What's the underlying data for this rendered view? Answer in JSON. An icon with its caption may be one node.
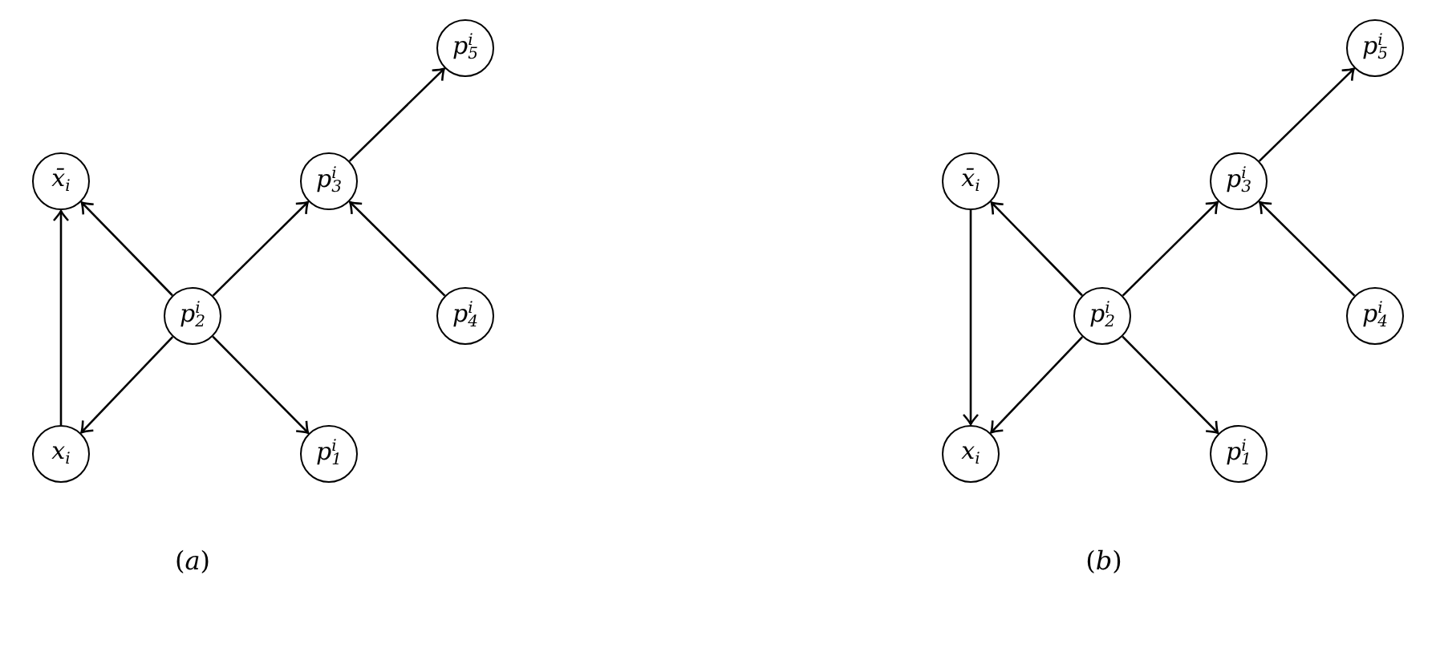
{
  "diagram": {
    "nodes": [
      {
        "text": [
          "*p*$^{i}$$_{5}$"
        ]
      },
      {
        "text": [
          "*x̄*$_{i}$"
        ]
      },
      {
        "text": [
          "*p*$^{i}$$_{3}$"
        ]
      },
      {
        "text": [
          "*p*$^{i}$$_{2}$"
        ]
      },
      {
        "text": [
          "*p*$^{i}$$_{4}$"
        ]
      },
      {
        "text": [
          "*x*$_{i}$"
        ]
      },
      {
        "text": [
          "*p*$^{i}$$_{1}$"
        ]
      },
      {
        "text": [
          "*p*$^{i}$$_{5}$"
        ]
      },
      {
        "text": [
          "*x̄*$_{i}$"
        ]
      },
      {
        "text": [
          "*p*$^{i}$$_{3}$"
        ]
      },
      {
        "text": [
          "*p*$^{i}$$_{2}$"
        ]
      },
      {
        "text": [
          "*p*$^{i}$$_{4}$"
        ]
      },
      {
        "text": [
          "*x*$_{i}$"
        ]
      },
      {
        "text": [
          "*p*$^{i}$$_{1}$"
        ]
      }
    ],
    "edges": [
      {
        "from": 5,
        "to": 1,
        "arrow": "to"
      },
      {
        "from": 3,
        "to": 1,
        "arrow": "to"
      },
      {
        "from": 3,
        "to": 5,
        "arrow": "to"
      },
      {
        "from": 3,
        "to": 2,
        "arrow": "to"
      },
      {
        "from": 3,
        "to": 6,
        "arrow": "to"
      },
      {
        "from": 2,
        "to": 0,
        "arrow": "to"
      },
      {
        "from": 4,
        "to": 2,
        "arrow": "to"
      },
      {
        "from": 8,
        "to": 12,
        "arrow": "to"
      },
      {
        "from": 10,
        "to": 8,
        "arrow": "to"
      },
      {
        "from": 10,
        "to": 12,
        "arrow": "to"
      },
      {
        "from": 10,
        "to": 9,
        "arrow": "to"
      },
      {
        "from": 10,
        "to": 13,
        "arrow": "to"
      },
      {
        "from": 9,
        "to": 7,
        "arrow": "to"
      },
      {
        "from": 11,
        "to": 9,
        "arrow": "to"
      }
    ],
    "labels": [
      "(*a*)",
      "(*b*)"
    ]
  }
}
